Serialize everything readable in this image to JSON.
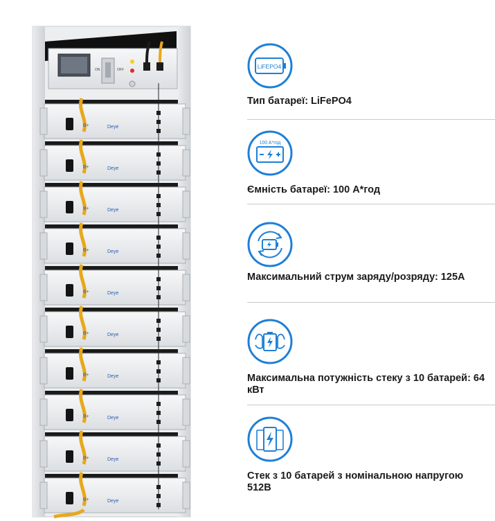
{
  "rack": {
    "header": {
      "switch_on": "ON",
      "switch_off": "OFF"
    },
    "modules": [
      {
        "terminal": "B+",
        "brand": "Deye"
      },
      {
        "terminal": "B+",
        "brand": "Deye"
      },
      {
        "terminal": "B+",
        "brand": "Deye"
      },
      {
        "terminal": "B+",
        "brand": "Deye"
      },
      {
        "terminal": "B+",
        "brand": "Deye"
      },
      {
        "terminal": "B+",
        "brand": "Deye"
      },
      {
        "terminal": "B+",
        "brand": "Deye"
      },
      {
        "terminal": "B+",
        "brand": "Deye"
      },
      {
        "terminal": "B+",
        "brand": "Deye"
      },
      {
        "terminal": "B+",
        "brand": "Deye"
      }
    ]
  },
  "specs": [
    {
      "icon": "battery-lifepo4-icon",
      "icon_text": "LiFEPO4",
      "label": "Тип батареї: LiFePO4"
    },
    {
      "icon": "battery-capacity-icon",
      "icon_text": "100 A*год",
      "label": "Ємність батареї: 100 А*год"
    },
    {
      "icon": "charge-cycle-icon",
      "label": "Максимальний струм заряду/розряду: 125А"
    },
    {
      "icon": "power-hands-icon",
      "label": "Максимальна потужність стеку з 10 батарей: 64 кВт"
    },
    {
      "icon": "battery-stack-icon",
      "label": "Стек з 10 батарей з номінальною напругою 512В"
    }
  ],
  "colors": {
    "icon_blue": "#1e7fd6",
    "cable_yellow": "#e8a81c",
    "rack_gray": "#e4e6e8"
  }
}
